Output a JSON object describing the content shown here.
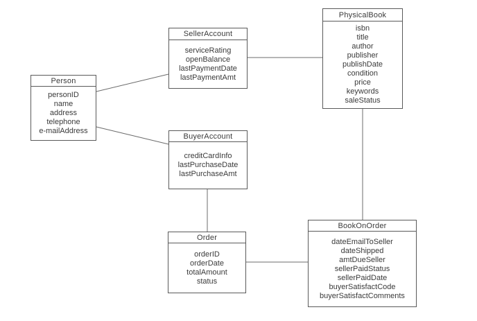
{
  "diagram": {
    "type": "uml-class-diagram",
    "background_color": "#ffffff",
    "border_color": "#595959",
    "line_color": "#6b6b6b",
    "text_color": "#3a3a3a",
    "entities": [
      {
        "title": "Person",
        "attributes": [
          "personID",
          "name",
          "address",
          "telephone",
          "e-mailAddress"
        ]
      },
      {
        "title": "SellerAccount",
        "attributes": [
          "serviceRating",
          "openBalance",
          "lastPaymentDate",
          "lastPaymentAmt"
        ]
      },
      {
        "title": "BuyerAccount",
        "attributes": [
          "creditCardInfo",
          "lastPurchaseDate",
          "lastPurchaseAmt"
        ]
      },
      {
        "title": "PhysicalBook",
        "attributes": [
          "isbn",
          "title",
          "author",
          "publisher",
          "publishDate",
          "condition",
          "price",
          "keywords",
          "saleStatus"
        ]
      },
      {
        "title": "Order",
        "attributes": [
          "orderID",
          "orderDate",
          "totalAmount",
          "status"
        ]
      },
      {
        "title": "BookOnOrder",
        "attributes": [
          "dateEmailToSeller",
          "dateShipped",
          "amtDueSeller",
          "sellerPaidStatus",
          "sellerPaidDate",
          "buyerSatisfactCode",
          "buyerSatisfactComments"
        ]
      }
    ],
    "relationships": [
      {
        "from": "Person",
        "to": "SellerAccount"
      },
      {
        "from": "Person",
        "to": "BuyerAccount"
      },
      {
        "from": "SellerAccount",
        "to": "PhysicalBook"
      },
      {
        "from": "PhysicalBook",
        "to": "BookOnOrder"
      },
      {
        "from": "BuyerAccount",
        "to": "Order"
      },
      {
        "from": "Order",
        "to": "BookOnOrder"
      }
    ]
  }
}
